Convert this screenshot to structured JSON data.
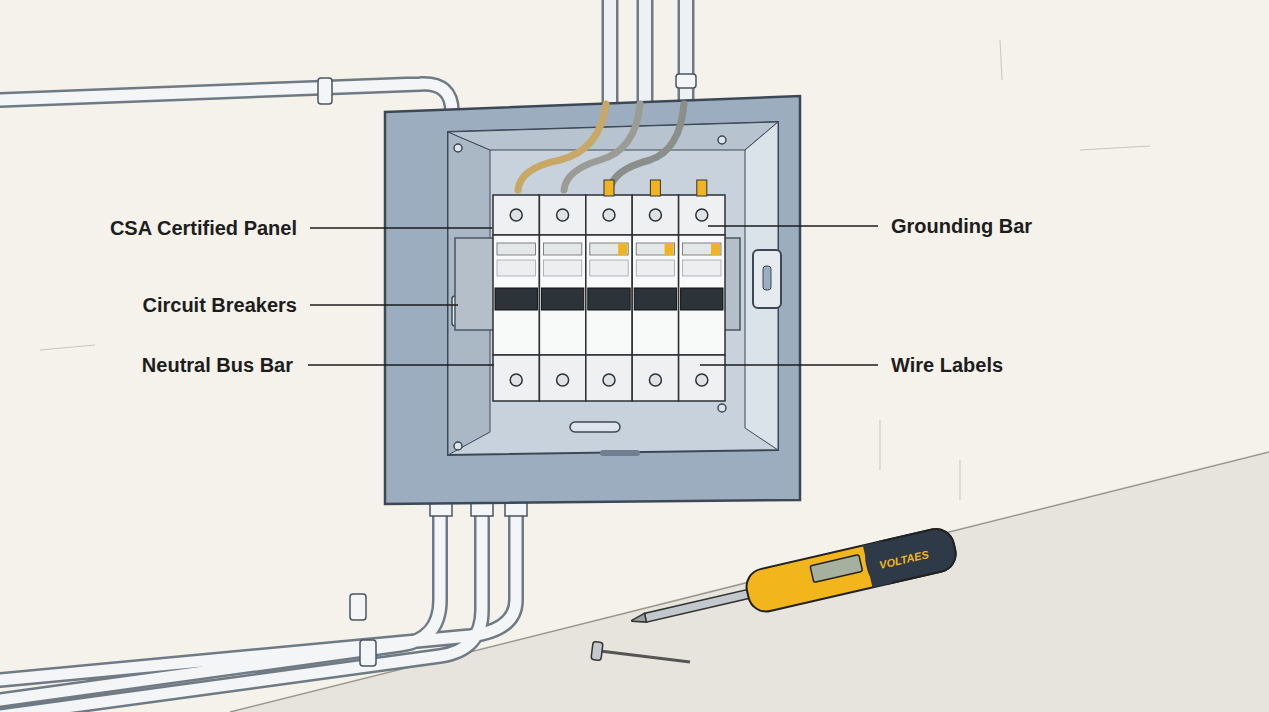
{
  "diagram": {
    "labels": [
      "CSA Certified Panel",
      "Grounding Bar",
      "Circuit Breakers",
      "Neutral Bus Bar",
      "Wire Labels",
      "VOLTAES"
    ]
  }
}
